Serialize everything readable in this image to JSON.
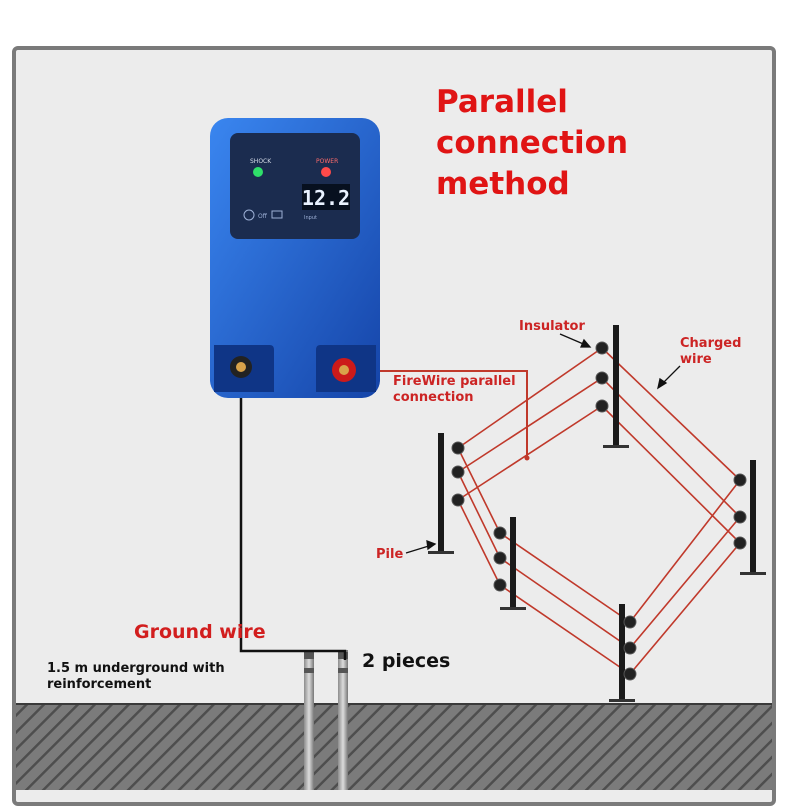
{
  "title": "Parallel\nconnection\nmethod",
  "device": {
    "shock_label": "SHOCK",
    "power_label": "POWER",
    "display_value": "12.2",
    "mode_label": "Off",
    "readout_label": "Input"
  },
  "labels": {
    "insulator": "Insulator",
    "charged_wire": "Charged\nwire",
    "firewire": "FireWire parallel\nconnection",
    "pile": "Pile",
    "ground_wire": "Ground wire",
    "pieces": "2 pieces",
    "depth": "1.5 m underground with\nreinforcement"
  },
  "colors": {
    "title_red": "#e01414",
    "label_red": "#cc2424",
    "device_blue": "#1f5fcf",
    "wire_red": "#c0392b",
    "ground_wire": "#111111"
  }
}
